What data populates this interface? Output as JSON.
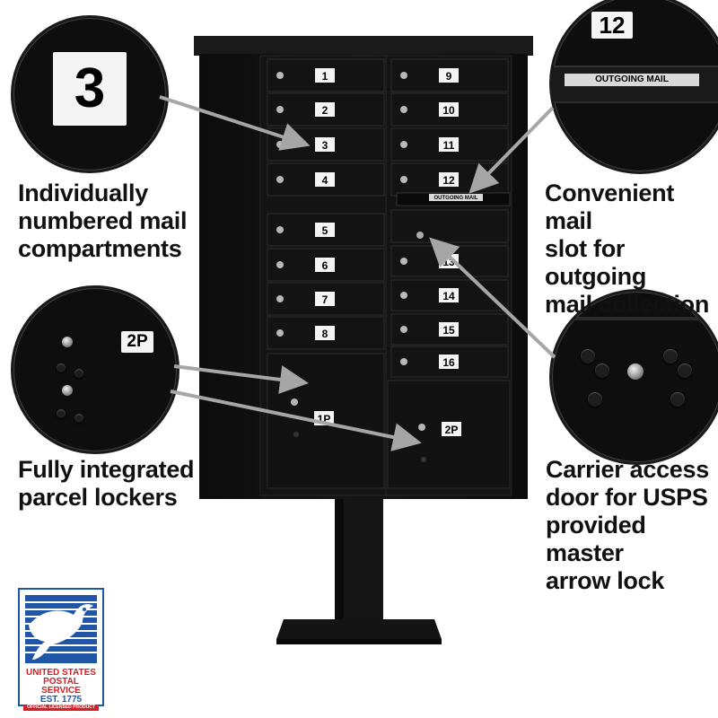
{
  "features": {
    "numbered": {
      "lines": [
        "Individually",
        "numbered mail",
        "compartments"
      ]
    },
    "outgoing": {
      "lines": [
        "Convenient mail",
        "slot for outgoing",
        "mail collection"
      ]
    },
    "parcel": {
      "lines": [
        "Fully integrated",
        "parcel lockers"
      ]
    },
    "carrier": {
      "lines": [
        "Carrier access",
        "door for USPS",
        "provided master",
        "arrow lock"
      ]
    }
  },
  "zoom_callouts": {
    "numbered_label": "3",
    "outgoing_number": "12",
    "outgoing_label": "OUTGOING MAIL",
    "parcel_label": "2P"
  },
  "cabinet": {
    "left_doors": [
      "1",
      "2",
      "3",
      "4",
      "5",
      "6",
      "7",
      "8"
    ],
    "right_doors_top": [
      "9",
      "10",
      "11",
      "12"
    ],
    "outgoing_slot_label": "OUTGOING MAIL",
    "right_doors_bottom": [
      "13",
      "14",
      "15",
      "16"
    ],
    "parcel_lockers": [
      "1P",
      "2P"
    ]
  },
  "logo": {
    "line1": "UNITED STATES",
    "line2": "POSTAL SERVICE",
    "line3": "EST. 1775",
    "line4": "OFFICIAL LICENSED PRODUCT",
    "brand_blue": "#2056a8",
    "brand_red": "#d31f26"
  },
  "colors": {
    "cabinet": "#111111",
    "arrow": "#a6a6a6",
    "text": "#111111"
  }
}
